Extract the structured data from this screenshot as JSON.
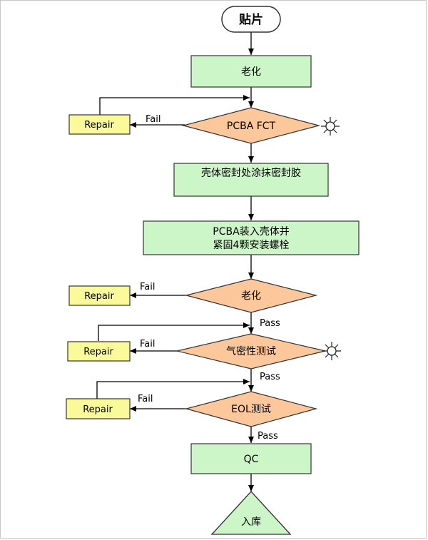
{
  "diagram": {
    "start": "贴片",
    "steps": {
      "aging1": "老化",
      "pcba_fct": "PCBA FCT",
      "glue": "壳体密封处涂抹密封胶",
      "assemble_line1": "PCBA装入壳体并",
      "assemble_line2": "紧固4颗安装螺栓",
      "aging2": "老化",
      "airtight": "气密性测试",
      "eol": "EOL测试",
      "qc": "QC",
      "storage": "入库"
    },
    "repair_label": "Repair",
    "fail_label": "Fail",
    "pass_label": "Pass",
    "colors": {
      "process_fill": "#ccf5c8",
      "decision_fill": "#fcc79a",
      "repair_fill": "#fafa9a",
      "stroke": "#333333"
    }
  }
}
